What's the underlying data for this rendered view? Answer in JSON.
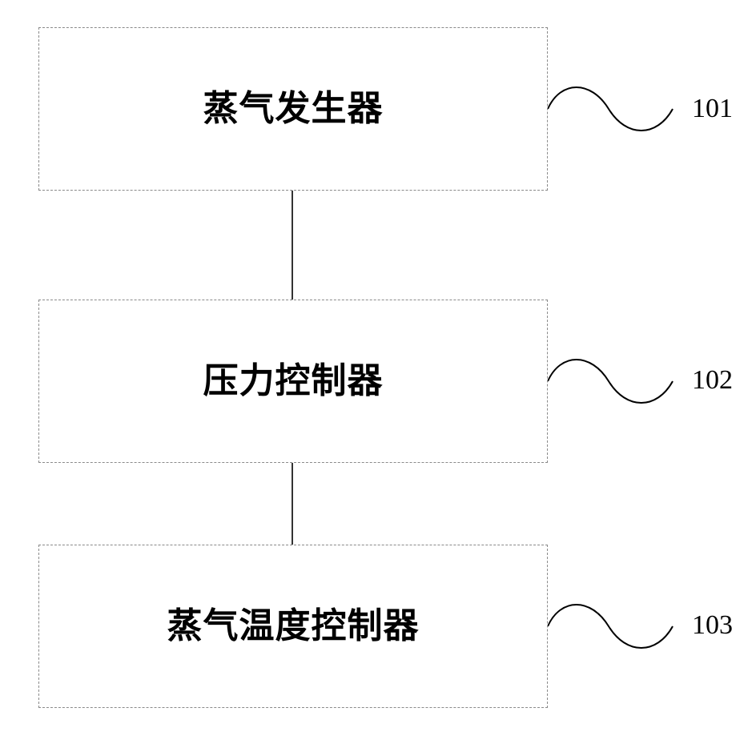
{
  "blocks": [
    {
      "label": "蒸气发生器",
      "ref": "101"
    },
    {
      "label": "压力控制器",
      "ref": "102"
    },
    {
      "label": "蒸气温度控制器",
      "ref": "103"
    }
  ]
}
